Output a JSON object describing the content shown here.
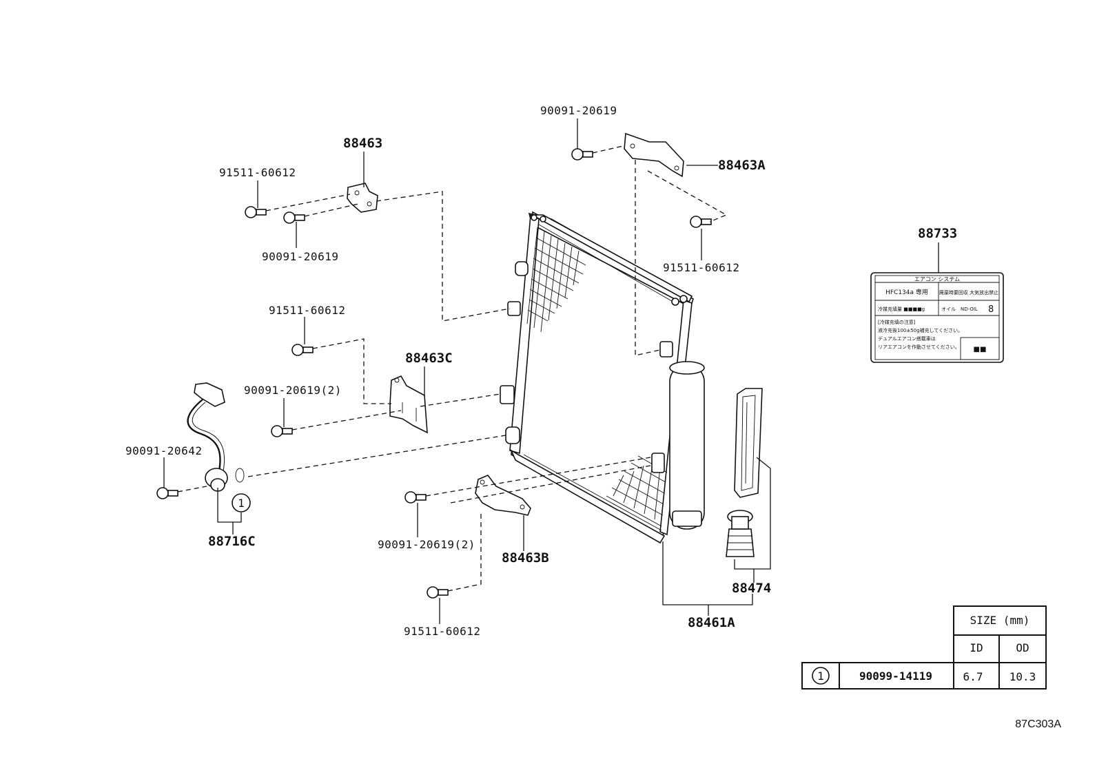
{
  "labels": {
    "p_90091_20619_top": "90091-20619",
    "p_88463": "88463",
    "p_88463A": "88463A",
    "p_91511_60612_a": "91511-60612",
    "p_90091_20619_b": "90091-20619",
    "p_91511_60612_right": "91511-60612",
    "p_88733": "88733",
    "p_91511_60612_c": "91511-60612",
    "p_88463C": "88463C",
    "p_90091_20619_2a": "90091-20619(2)",
    "p_90091_20642": "90091-20642",
    "p_88716C": "88716C",
    "p_90091_20619_2b": "90091-20619(2)",
    "p_88463B": "88463B",
    "p_91511_60612_d": "91511-60612",
    "p_88474": "88474",
    "p_88461A": "88461A",
    "callout_1": "1"
  },
  "size_table": {
    "header": "SIZE (mm)",
    "col_id": "ID",
    "col_od": "OD",
    "row_symbol": "1",
    "row_part": "90099-14119",
    "row_id": "6.7",
    "row_od": "10.3"
  },
  "refrigerant_label": {
    "title": "エアコン システム",
    "refrigerant": "HFC134a 専用",
    "warning": "廃棄時要回収 大気放出禁止",
    "charge": "冷媒充填量 ■■■■g",
    "oil_prefix": "オイル",
    "oil": "ND-OIL",
    "oil_number": "8",
    "notes_title": "[冷媒充填の注意]",
    "note_1": "液冷充後100±50g補充してください。",
    "note_2": "デュアルエアコン搭載車は",
    "note_3": "リアエアコンを作動させてください。",
    "code_box": "■■"
  },
  "diagram_code": "87C303A"
}
